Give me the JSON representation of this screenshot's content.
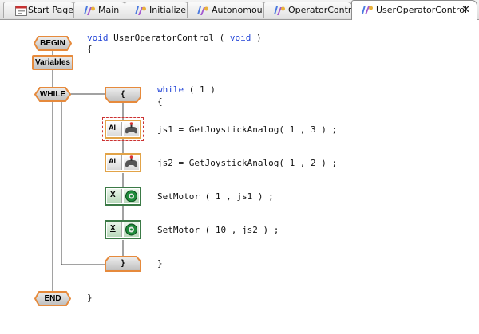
{
  "tabs": [
    {
      "label": "Start Page",
      "icon": "start-page-icon"
    },
    {
      "label": "Main",
      "icon": "function-icon"
    },
    {
      "label": "Initialize",
      "icon": "function-icon"
    },
    {
      "label": "Autonomous",
      "icon": "function-icon"
    },
    {
      "label": "OperatorControl",
      "icon": "function-icon"
    },
    {
      "label": "UserOperatorControl",
      "icon": "function-icon",
      "active": true
    }
  ],
  "close_glyph": "✕",
  "flow": {
    "begin": "BEGIN",
    "variables": "Variables",
    "while": "WHILE",
    "open_brace": "{",
    "close_brace": "}",
    "end": "END",
    "block_ai_label": "AI",
    "block_motor_label": "X"
  },
  "code": {
    "signature_kw": "void",
    "signature_name": " UserOperatorControl ( ",
    "signature_arg": "void",
    "signature_end": " )",
    "open": "{",
    "while_kw": "while",
    "while_cond": " ( 1 )",
    "while_open": "{",
    "line1": "js1 = GetJoystickAnalog( 1 , 3 ) ;",
    "line2": "js2 = GetJoystickAnalog( 1 , 2 ) ;",
    "line3": "SetMotor ( 1 , js1 ) ;",
    "line4": "SetMotor ( 10 , js2 ) ;",
    "while_close": "}",
    "close": "}"
  },
  "colors": {
    "block_border": "#e68a3c",
    "keyword": "#1c3fd6",
    "motor_border": "#3b7a46"
  }
}
